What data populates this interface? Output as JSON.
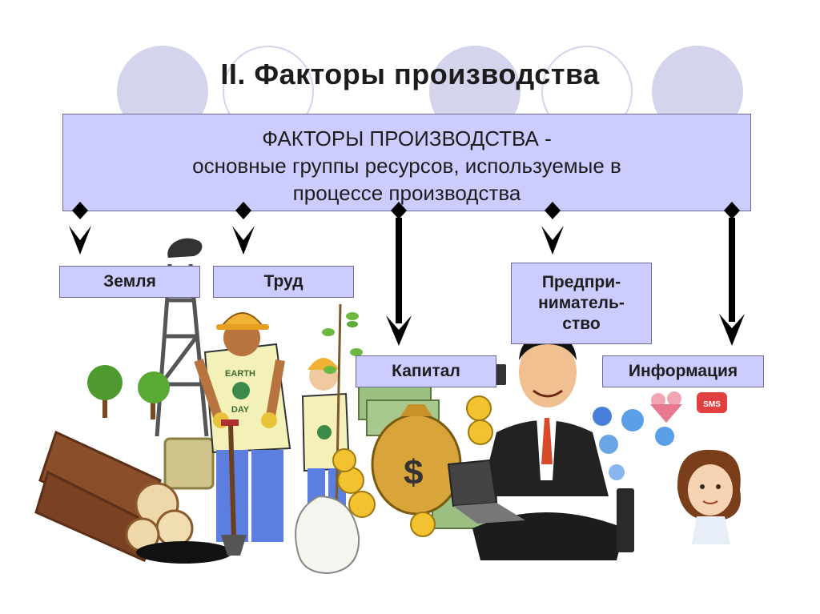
{
  "title": "II. Факторы производства",
  "definition": {
    "line1": "ФАКТОРЫ ПРОИЗВОДСТВА -",
    "line2": "основные группы ресурсов, используемые в",
    "line3": "процессе производства"
  },
  "factors": {
    "land": "Земля",
    "labor": "Труд",
    "capital": "Капитал",
    "entrepreneurship": [
      "Предпри-",
      "ниматель-",
      "ство"
    ],
    "information": "Информация"
  },
  "illustration": {
    "shirt_text": [
      "EARTH",
      "DAY"
    ],
    "sms_badge": "SMS",
    "dollar_sign": "$"
  },
  "colors": {
    "box_fill": "#ccccff",
    "box_border": "#6b6b8f",
    "deco_circle": "#d4d4ec",
    "arrow": "#000000"
  }
}
